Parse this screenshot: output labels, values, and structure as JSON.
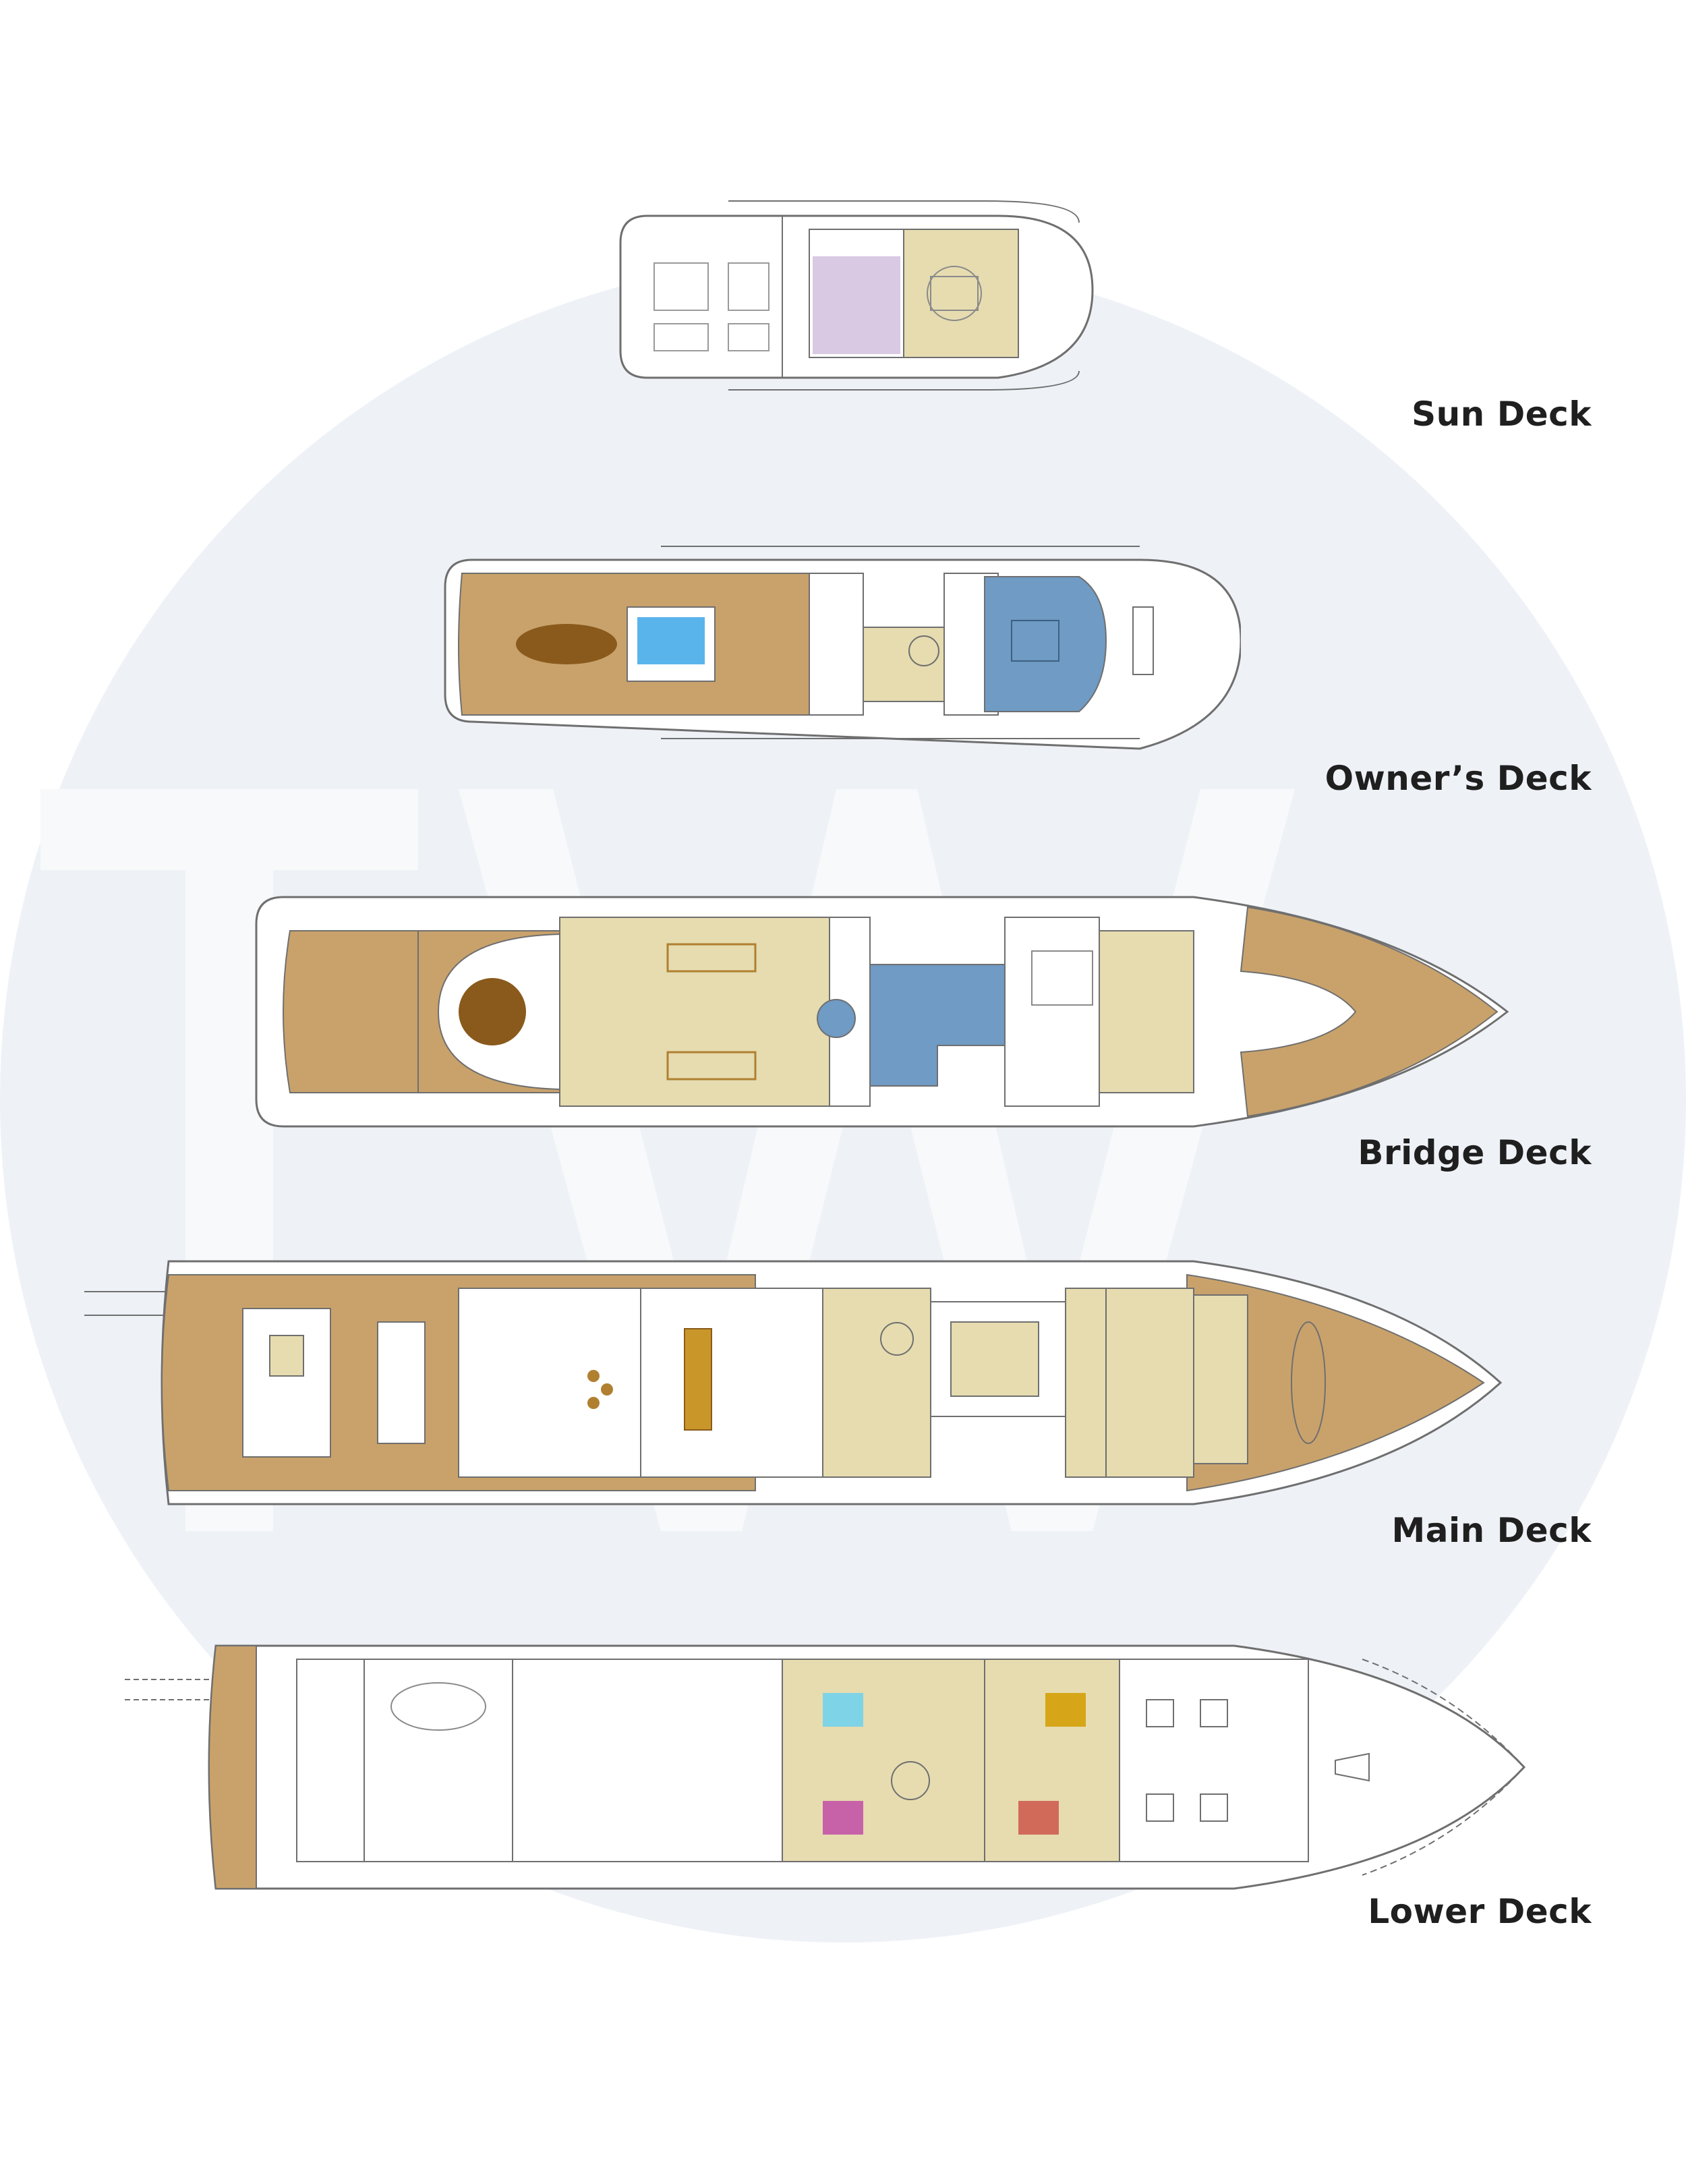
{
  "decks": [
    {
      "id": "sun",
      "label": "Sun Deck"
    },
    {
      "id": "owners",
      "label": "Owner’s Deck"
    },
    {
      "id": "bridge",
      "label": "Bridge Deck"
    },
    {
      "id": "main",
      "label": "Main Deck"
    },
    {
      "id": "lower",
      "label": "Lower Deck"
    }
  ],
  "colors": {
    "teak": "#c9a26b",
    "interior_beige": "#e6dcb0",
    "gym_lilac": "#d9c9e3",
    "vip_blue": "#6f9bc4",
    "pool_blue": "#5ab4ec",
    "watermark": "#eef2f7",
    "outline": "#6f6f6f",
    "label": "#1f1f1f"
  }
}
